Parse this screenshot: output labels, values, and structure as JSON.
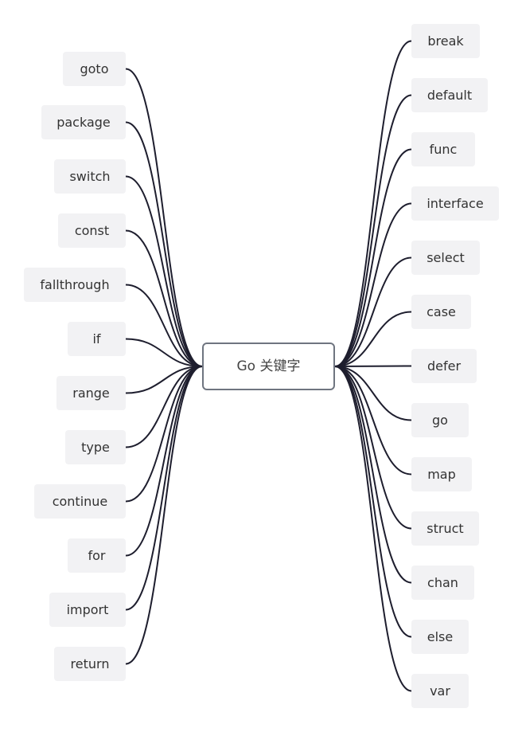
{
  "center": {
    "label": "Go 关键字"
  },
  "left": [
    {
      "label": "goto"
    },
    {
      "label": "package"
    },
    {
      "label": "switch"
    },
    {
      "label": "const"
    },
    {
      "label": "fallthrough"
    },
    {
      "label": "if"
    },
    {
      "label": "range"
    },
    {
      "label": "type"
    },
    {
      "label": "continue"
    },
    {
      "label": "for"
    },
    {
      "label": "import"
    },
    {
      "label": "return"
    }
  ],
  "right": [
    {
      "label": "break"
    },
    {
      "label": "default"
    },
    {
      "label": "func"
    },
    {
      "label": "interface"
    },
    {
      "label": "select"
    },
    {
      "label": "case"
    },
    {
      "label": "defer"
    },
    {
      "label": "go"
    },
    {
      "label": "map"
    },
    {
      "label": "struct"
    },
    {
      "label": "chan"
    },
    {
      "label": "else"
    },
    {
      "label": "var"
    }
  ],
  "colors": {
    "link": "#1e1e2e",
    "node_bg": "#f2f2f4",
    "center_border": "#6f7580"
  }
}
